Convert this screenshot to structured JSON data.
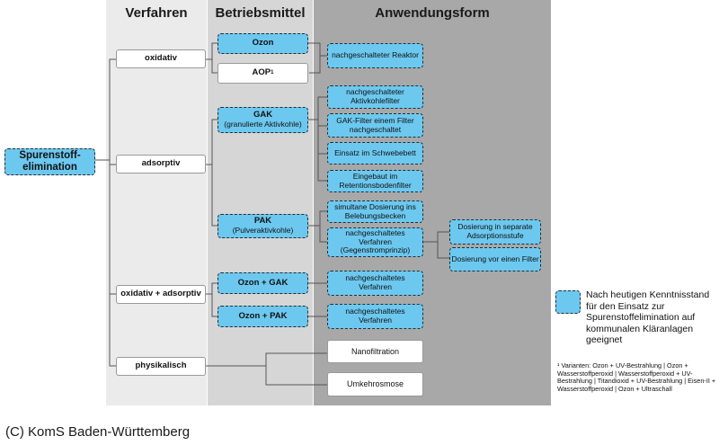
{
  "columns": {
    "verfahren": "Verfahren",
    "betriebsmittel": "Betriebsmittel",
    "anwendungsform": "Anwendungsform"
  },
  "root": "Spurenstoff-elimination",
  "verfahren": {
    "oxidativ": "oxidativ",
    "adsorptiv": "adsorptiv",
    "oxidativ_adsorptiv": "oxidativ + adsorptiv",
    "physikalisch": "physikalisch"
  },
  "betriebsmittel": {
    "ozon": "Ozon",
    "aop": "AOP",
    "aop_sup": "1",
    "gak_title": "GAK",
    "gak_sub": "(granulierte Aktivkohle)",
    "pak_title": "PAK",
    "pak_sub": "(Pulveraktivkohle)",
    "ozon_gak": "Ozon + GAK",
    "ozon_pak": "Ozon + PAK"
  },
  "anwendungsform": {
    "reaktor": "nachgeschalteter Reaktor",
    "aktivkohlefilter": "nachgeschalteter Aktivkohlefilter",
    "gak_filter": "GAK-Filter einem Filter nachgeschaltet",
    "schwebebett": "Einsatz im Schwebebett",
    "retention": "Eingebaut im Retentionsbodenfilter",
    "simultan": "simultane Dosierung ins Belebungsbecken",
    "gegenstrom": "nachgeschaltetes Verfahren (Gegenstromprinzip)",
    "ozon_gak_verf": "nachgeschaltetes Verfahren",
    "ozon_pak_verf": "nachgeschaltetes Verfahren",
    "nanofiltration": "Nanofiltration",
    "umkehrosmose": "Umkehrosmose",
    "adsorptionsstufe": "Dosierung in separate Adsorptionsstufe",
    "vor_filter": "Dosierung vor einen Filter"
  },
  "legend": {
    "text": "Nach heutigen Kenntnisstand für den Einsatz zur Spurenstoffelimination auf kommunalen Kläranlagen geeignet",
    "highlight_color": "#6cc8ef"
  },
  "footnote": "¹ Varianten: Ozon + UV-Bestrahlung | Ozon + Wasserstoffperoxid | Wasserstoffperoxid + UV-Bestrahlung | Titandioxid + UV-Bestrahlung | Eisen-II + Wasserstoffperoxid | Ozon + Ultraschall",
  "credit": "(C) KomS Baden-Württemberg"
}
